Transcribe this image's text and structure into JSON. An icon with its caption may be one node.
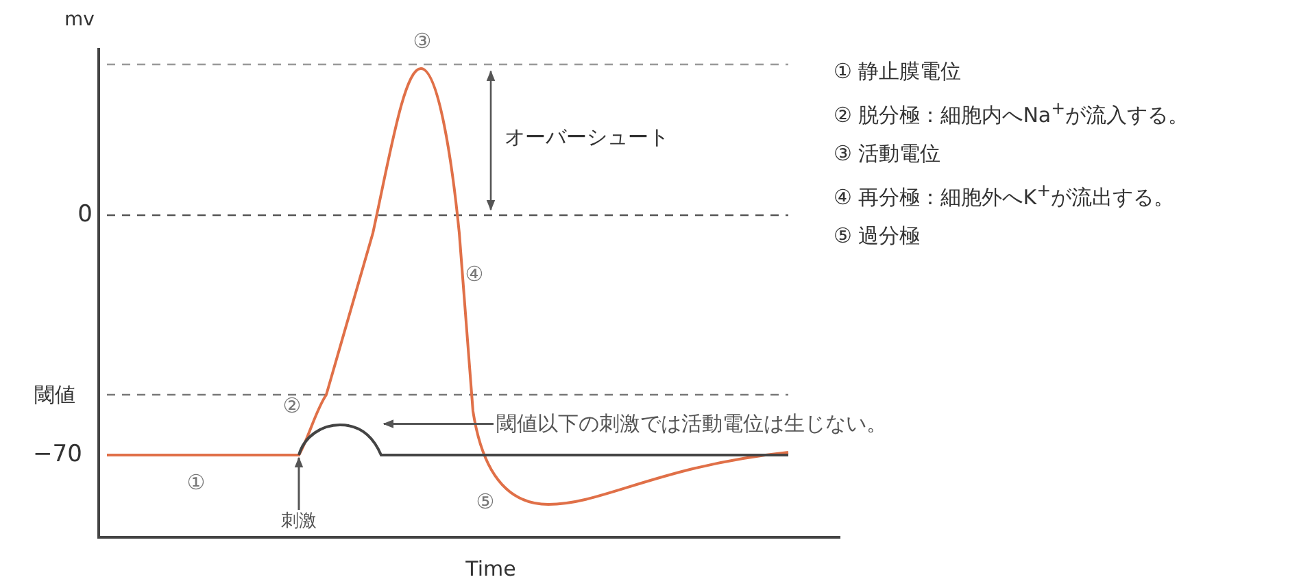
{
  "diagram": {
    "nodes": [
      {
        "text": [
          "閾値以下の刺激では活動電位は生じない。"
        ]
      },
      {
        "text": [],
        "shape": "arc"
      },
      {
        "text": [
          "刺激"
        ]
      }
    ],
    "edges": [
      {
        "from": 0,
        "to": 1,
        "arrow": "to"
      },
      {
        "from": 2,
        "to": 1,
        "arrow": "to"
      }
    ],
    "labels": [
      "mv",
      "③",
      "オーバーシュート",
      "0",
      "④",
      "閾値",
      "②",
      "−70",
      "①",
      "⑤",
      "Time",
      "① 静止膜電位",
      "② 脱分極：細胞内へNa$^{+}$が流入する。",
      "③ 活動電位",
      "④ 再分極：細胞外へK$^{+}$が流出する。",
      "⑤ 過分極"
    ]
  }
}
